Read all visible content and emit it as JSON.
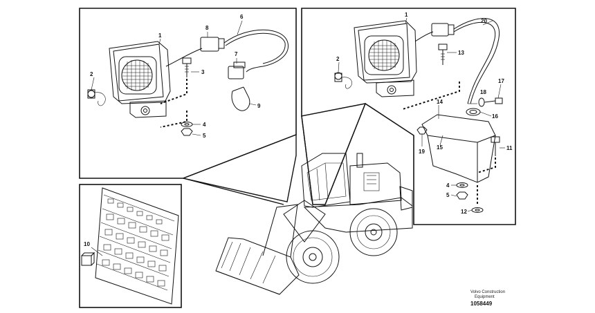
{
  "callouts": {
    "c1a": "1",
    "c2a": "2",
    "c3": "3",
    "c4a": "4",
    "c5a": "5",
    "c6": "6",
    "c7": "7",
    "c8": "8",
    "c9": "9",
    "c10": "10",
    "c1b": "1",
    "c2b": "2",
    "c4b": "4",
    "c5b": "5",
    "c11": "11",
    "c12": "12",
    "c13": "13",
    "c14": "14",
    "c15": "15",
    "c16": "16",
    "c17": "17",
    "c18": "18",
    "c19": "19",
    "c20": "20"
  },
  "watermark": {
    "line1": "Volvo Construction",
    "line2": "Equipment",
    "code": "1058449"
  }
}
